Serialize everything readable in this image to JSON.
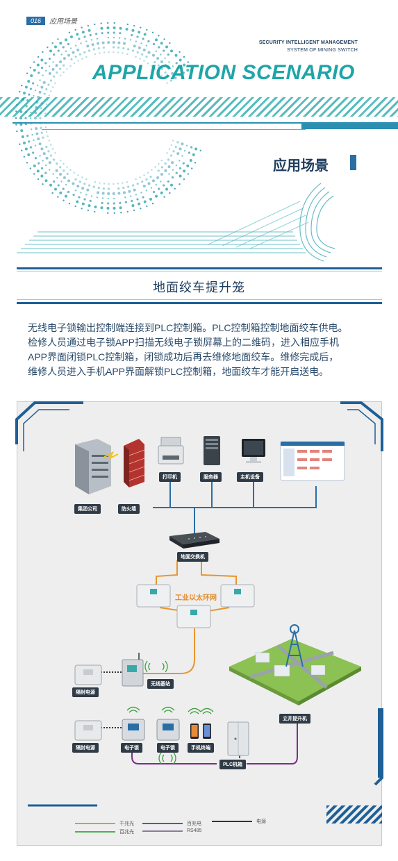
{
  "header": {
    "page_number": "016",
    "page_label": "应用场景",
    "subtitle_line1": "SECURITY INTELLIGENT MANAGEMENT",
    "subtitle_line2": "SYSTEM OF MINING SWITCH",
    "main_title": "APPLICATION SCENARIO",
    "section_title": "应用场景"
  },
  "scene": {
    "title": "地面绞车提升笼",
    "description": [
      "无线电子锁输出控制端连接到PLC控制箱。PLC控制箱控制地面绞车供电。",
      "检修人员通过电子锁APP扫描无线电子锁屏幕上的二维码，进入相应手机",
      "APP界面闭锁PLC控制箱，闭锁成功后再去维修地面绞车。维修完成后，",
      "维修人员进入手机APP界面解锁PLC控制箱，地面绞车才能开启送电。"
    ]
  },
  "diagram": {
    "nodes": {
      "group_company": "集团公司",
      "firewall": "防火墙",
      "printer": "打印机",
      "server": "服务器",
      "host": "主机设备",
      "ground_switch": "地面交换机",
      "ring_network": "工业以太环网",
      "power_1": "隔封电源",
      "wireless_base": "无线基站",
      "power_2": "隔封电源",
      "lock_1": "电子锁",
      "lock_2": "电子锁",
      "phone": "手机终端",
      "plc_box": "PLC机箱",
      "hoist": "立井提升机"
    },
    "legend": [
      {
        "label": "千兆光",
        "color": "#e8962e"
      },
      {
        "label": "百兆电",
        "color": "#2a6ea6"
      },
      {
        "label": "电源",
        "color": "#333333"
      },
      {
        "label": "百兆光",
        "color": "#4caf50"
      },
      {
        "label": "RS485",
        "color": "#8e7b9a"
      }
    ],
    "colors": {
      "accent": "#1fa5a8",
      "navy": "#1d3d5e",
      "blue_link": "#2a6ea6",
      "orange_link": "#e8962e",
      "purple_link": "#7b2d8b",
      "green_signal": "#3aa33a"
    }
  }
}
